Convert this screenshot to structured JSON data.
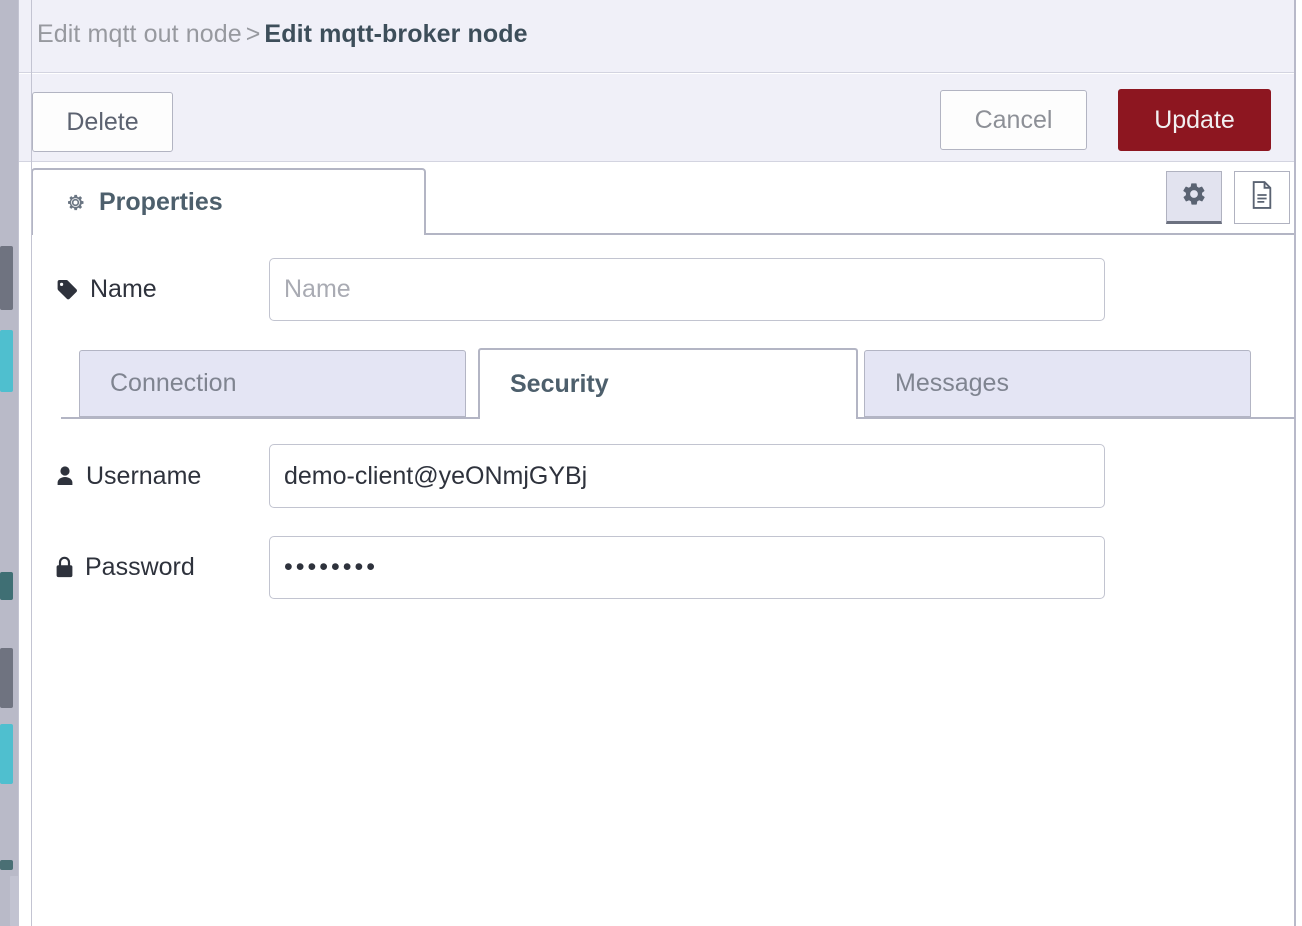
{
  "window": {
    "breadcrumb": {
      "parent": "Edit mqtt out node",
      "separator": ">",
      "current": "Edit mqtt-broker node"
    }
  },
  "toolbar": {
    "delete_label": "Delete",
    "cancel_label": "Cancel",
    "update_label": "Update",
    "update_color": "#8d1620"
  },
  "tabs": {
    "items": [
      {
        "label": "Properties",
        "icon": "gear-icon",
        "active": true
      }
    ],
    "icon_buttons": [
      {
        "name": "gear-icon",
        "active": true
      },
      {
        "name": "document-icon",
        "active": false
      }
    ]
  },
  "form": {
    "name": {
      "label": "Name",
      "icon": "tag-icon",
      "value": "",
      "placeholder": "Name"
    },
    "username": {
      "label": "Username",
      "icon": "user-icon",
      "value": "demo-client@yeONmjGYBj",
      "placeholder": ""
    },
    "password": {
      "label": "Password",
      "icon": "lock-icon",
      "value": "••••••••",
      "placeholder": ""
    }
  },
  "subtabs": {
    "items": [
      {
        "label": "Connection",
        "active": false
      },
      {
        "label": "Security",
        "active": true
      },
      {
        "label": "Messages",
        "active": false
      }
    ]
  }
}
